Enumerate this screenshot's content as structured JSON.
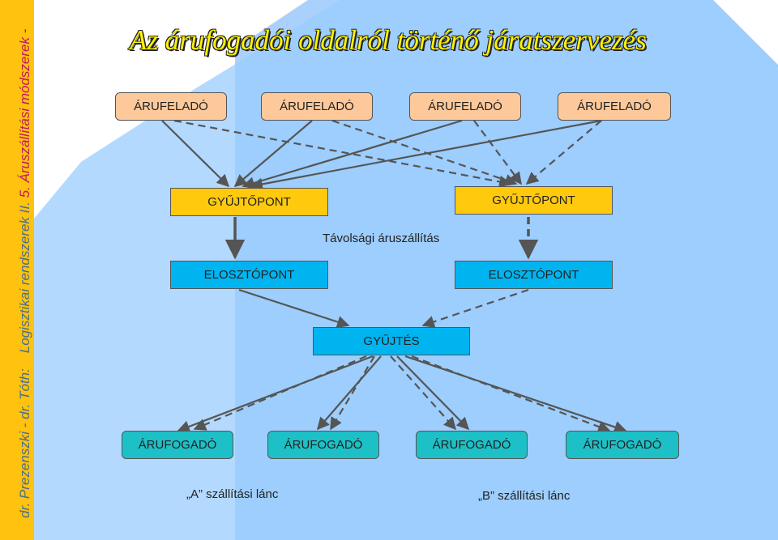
{
  "sidebar": {
    "author": "dr. Prezenszki - dr. Tóth:",
    "book": "Logisztikai rendszerek II.",
    "chapter": "5. Áruszállítási módszerek -"
  },
  "title": "Az árufogadói oldalról történő járatszervezés",
  "nodes": {
    "supplier_1": "ÁRUFELADÓ",
    "supplier_2": "ÁRUFELADÓ",
    "supplier_3": "ÁRUFELADÓ",
    "supplier_4": "ÁRUFELADÓ",
    "collection_point_a": "GYŰJTŐPONT",
    "collection_point_b": "GYŰJTŐPONT",
    "distribution_point_a": "ELOSZTÓPONT",
    "distribution_point_b": "ELOSZTÓPONT",
    "collection": "GYŰJTÉS",
    "receiver_1": "ÁRUFOGADÓ",
    "receiver_2": "ÁRUFOGADÓ",
    "receiver_3": "ÁRUFOGADÓ",
    "receiver_4": "ÁRUFOGADÓ"
  },
  "long_distance_label": "Távolsági áruszállítás",
  "chain_a_label": "„A” szállítási lánc",
  "chain_b_label": "„B” szállítási lánc",
  "colors": {
    "sidebar": "#ffc20e",
    "background_blue": "#99ccff",
    "supplier": "#fdc99b",
    "collection_point": "#ffc90e",
    "distribution": "#00b4f0",
    "receiver": "#1dc0c6",
    "arrow": "#555555"
  }
}
